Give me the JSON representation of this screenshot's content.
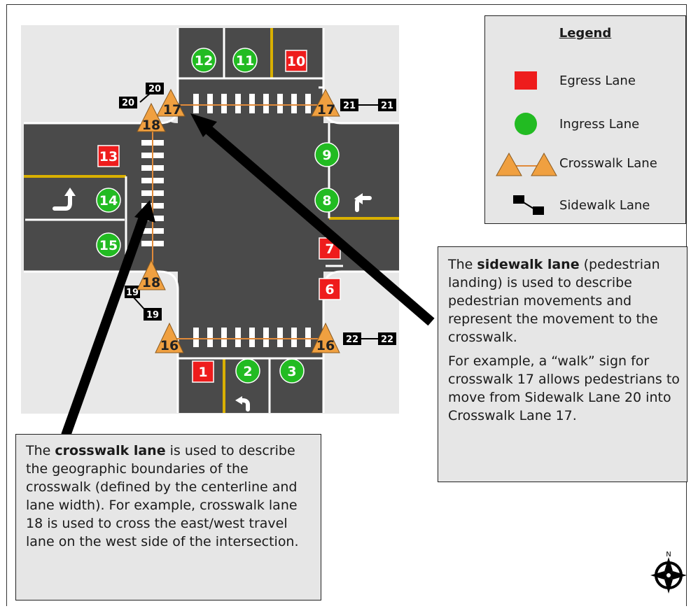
{
  "legend": {
    "title": "Legend",
    "items": [
      {
        "label": "Egress Lane",
        "icon": "red-square-icon",
        "color": "#ee1c1c"
      },
      {
        "label": "Ingress Lane",
        "icon": "green-circle-icon",
        "color": "#22bb22"
      },
      {
        "label": "Crosswalk Lane",
        "icon": "orange-triangles-icon",
        "color": "#f0a040"
      },
      {
        "label": "Sidewalk Lane",
        "icon": "black-squares-icon",
        "color": "#000000"
      }
    ]
  },
  "lanes": {
    "egress": [
      "10",
      "13",
      "7",
      "6",
      "1"
    ],
    "ingress": [
      "12",
      "11",
      "9",
      "14",
      "8",
      "15",
      "2",
      "3"
    ],
    "crosswalk": [
      "17",
      "17",
      "18",
      "18",
      "16",
      "16"
    ],
    "sidewalk": [
      "20",
      "20",
      "21",
      "21",
      "19",
      "19",
      "22",
      "22"
    ]
  },
  "callouts": {
    "sidewalk": {
      "p1_pre": "The ",
      "p1_bold": "sidewalk lane",
      "p1_post": " (pedestrian landing) is used to describe pedestrian movements and represent the movement to the crosswalk.",
      "p2": "For example, a “walk” sign for crosswalk 17 allows pedestrians to move from Sidewalk Lane 20 into Crosswalk Lane 17."
    },
    "crosswalk": {
      "p1_pre": "The ",
      "p1_bold": "crosswalk lane",
      "p1_post": " is used to describe the geographic boundaries of the crosswalk (defined by the centerline and lane width).  For example, crosswalk lane 18 is used to cross the east/west  travel lane on the west side of the intersection."
    }
  },
  "compass": {
    "label": "N"
  },
  "colors": {
    "road": "#4a4a4a",
    "egress": "#ee1c1c",
    "ingress": "#22bb22",
    "crosswalk": "#f0a040",
    "centerline": "#d9b000"
  }
}
